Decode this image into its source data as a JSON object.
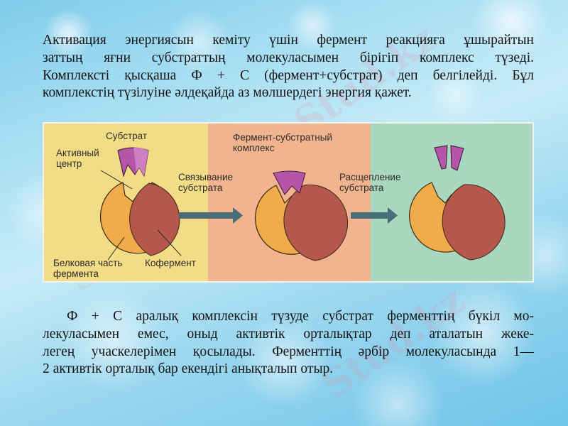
{
  "paragraph1": {
    "lines": [
      "Активация энергиясын кеміту үшін фермент реакцияға ұшырайтын",
      "заттың яғни субстраттың молекуласымен бірігіп комплекс түзеді.",
      "Комплексті қысқаша Ф + С (фермент+субстрат) деп белгілейді. Бұл",
      "комплекстің түзілуіне әлдеқайда аз мөлшердегі энергия қажет."
    ]
  },
  "diagram": {
    "panel_colors": {
      "stage1": "#f3dc86",
      "stage2": "#f2b48e",
      "stage3": "#a9d7bf"
    },
    "shape_colors": {
      "protein": "#f0ac4a",
      "coenzyme": "#b5574a",
      "substrate": "#b455a8",
      "substrate_light": "#cf7fc1",
      "arrow": "#4a6e78"
    },
    "labels": {
      "substrate": "Субстрат",
      "active_center_line1": "Активный",
      "active_center_line2": "центр",
      "protein_part_line1": "Белковая часть",
      "protein_part_line2": "фермента",
      "coenzyme": "Кофермент",
      "complex_line1": "Фермент-субстратный",
      "complex_line2": "комплекс",
      "binding_line1": "Связывание",
      "binding_line2": "субстрата",
      "cleavage_line1": "Расщепление",
      "cleavage_line2": "субстрата"
    }
  },
  "paragraph2": {
    "lines": [
      "Ф + С аралық комплексін түзуде субстрат ферменттің бүкіл мо-",
      "лекуласымен емес, оныд активтік орталықтар деп аталатын жеке-",
      "легең учаскелерімен қосылады. Ферменттің әрбір молекуласында 1—",
      "2 активтік орталық бар екендігі анықталып отыр."
    ]
  },
  "watermark": {
    "text": "Stud.kz"
  }
}
